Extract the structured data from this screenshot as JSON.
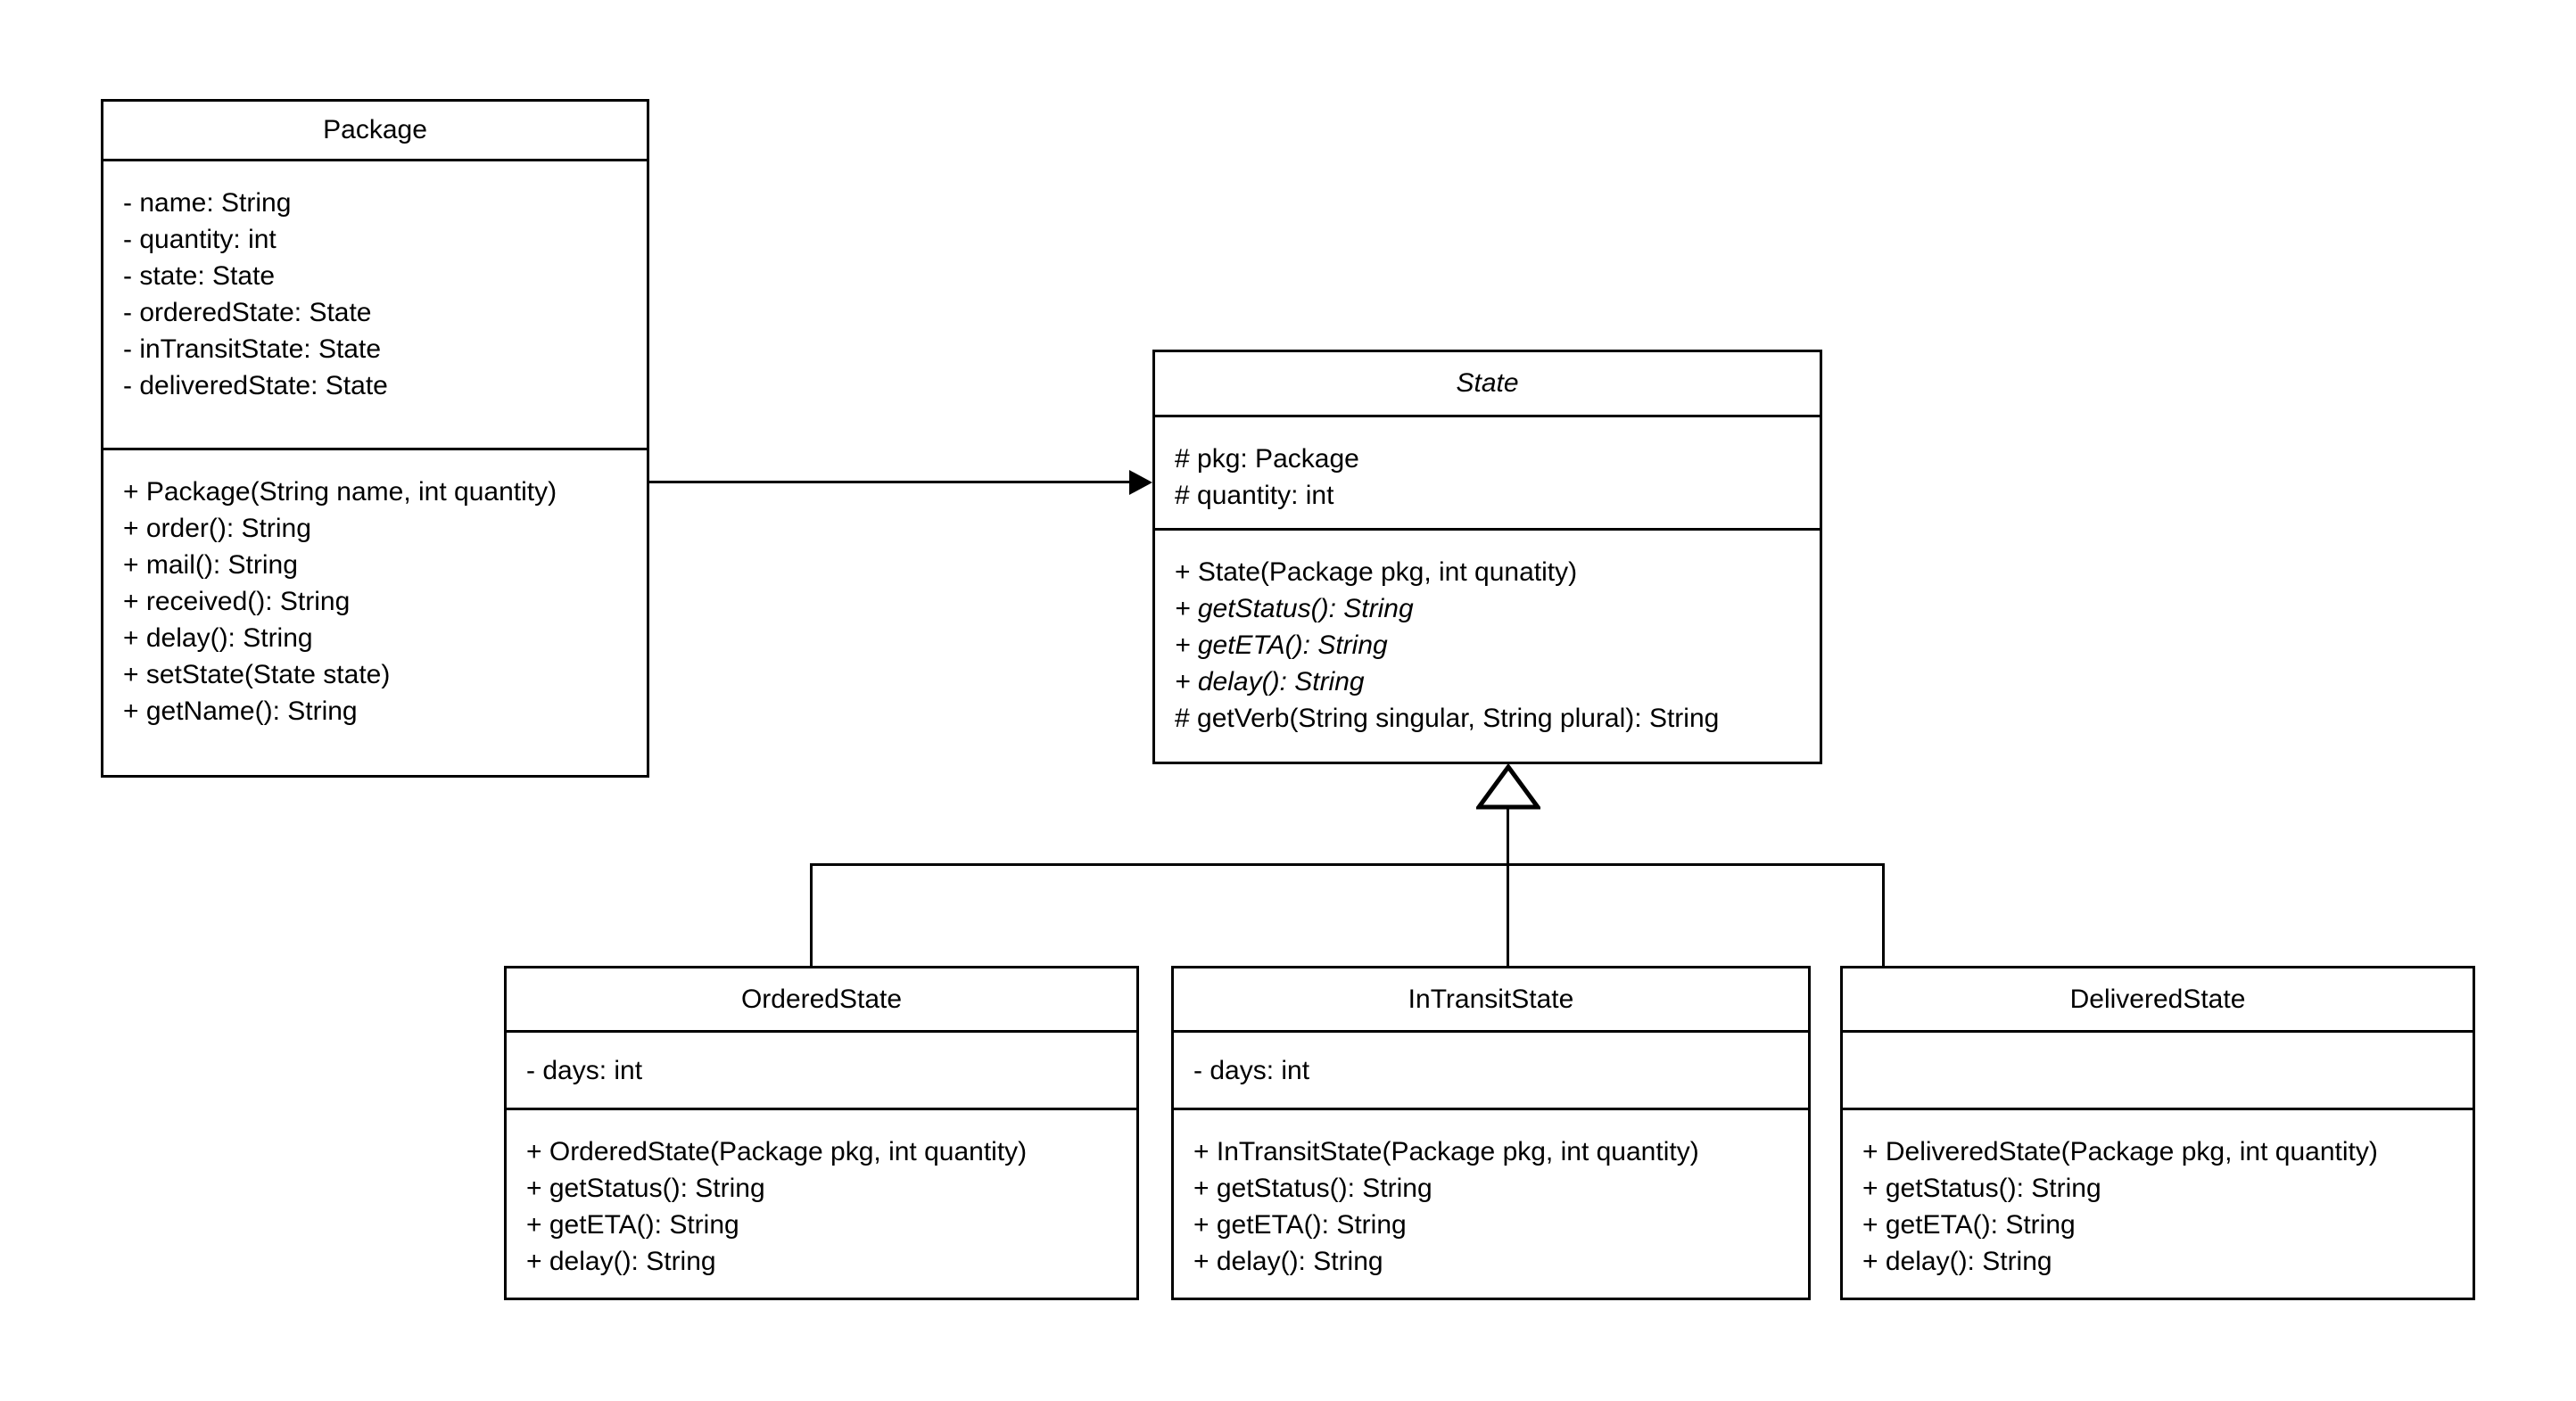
{
  "diagram": {
    "type": "uml-class-diagram",
    "background": "#ffffff",
    "line_color": "#000000",
    "classes": [
      {
        "id": "package",
        "name": "Package",
        "abstract": false,
        "attributes": [
          "- name: String",
          "- quantity: int",
          "- state: State",
          "- orderedState: State",
          "- inTransitState: State",
          "- deliveredState: State"
        ],
        "methods": [
          "+ Package(String name, int quantity)",
          "+ order(): String",
          "+ mail(): String",
          "+ received(): String",
          "+ delay(): String",
          "+ setState(State state)",
          "+ getName(): String"
        ],
        "abstract_methods": []
      },
      {
        "id": "state",
        "name": "State",
        "abstract": true,
        "attributes": [
          "# pkg: Package",
          "# quantity: int"
        ],
        "methods": [
          "+ State(Package pkg, int qunatity)",
          "+ getStatus(): String",
          "+ getETA(): String",
          "+ delay(): String",
          "# getVerb(String singular, String plural): String"
        ],
        "abstract_methods": [
          "+ getStatus(): String",
          "+ getETA(): String",
          "+ delay(): String"
        ]
      },
      {
        "id": "orderedstate",
        "name": "OrderedState",
        "abstract": false,
        "attributes": [
          "- days: int"
        ],
        "methods": [
          "+ OrderedState(Package pkg, int quantity)",
          "+ getStatus(): String",
          "+ getETA(): String",
          "+ delay(): String"
        ],
        "abstract_methods": []
      },
      {
        "id": "intransitstate",
        "name": "InTransitState",
        "abstract": false,
        "attributes": [
          "- days: int"
        ],
        "methods": [
          "+ InTransitState(Package pkg, int quantity)",
          "+ getStatus(): String",
          "+ getETA(): String",
          "+ delay(): String"
        ],
        "abstract_methods": []
      },
      {
        "id": "deliveredstate",
        "name": "DeliveredState",
        "abstract": false,
        "attributes": [],
        "methods": [
          "+ DeliveredState(Package pkg, int quantity)",
          "+ getStatus(): String",
          "+ getETA(): String",
          "+ delay(): String"
        ],
        "abstract_methods": []
      }
    ],
    "relationships": [
      {
        "id": "package-state-association",
        "kind": "association",
        "from": "Package",
        "to": "State",
        "arrowhead": "filled-triangle"
      },
      {
        "id": "orderedstate-state-generalization",
        "kind": "generalization",
        "from": "OrderedState",
        "to": "State",
        "arrowhead": "hollow-triangle"
      },
      {
        "id": "intransitstate-state-generalization",
        "kind": "generalization",
        "from": "InTransitState",
        "to": "State",
        "arrowhead": "hollow-triangle"
      },
      {
        "id": "deliveredstate-state-generalization",
        "kind": "generalization",
        "from": "DeliveredState",
        "to": "State",
        "arrowhead": "hollow-triangle"
      }
    ]
  }
}
